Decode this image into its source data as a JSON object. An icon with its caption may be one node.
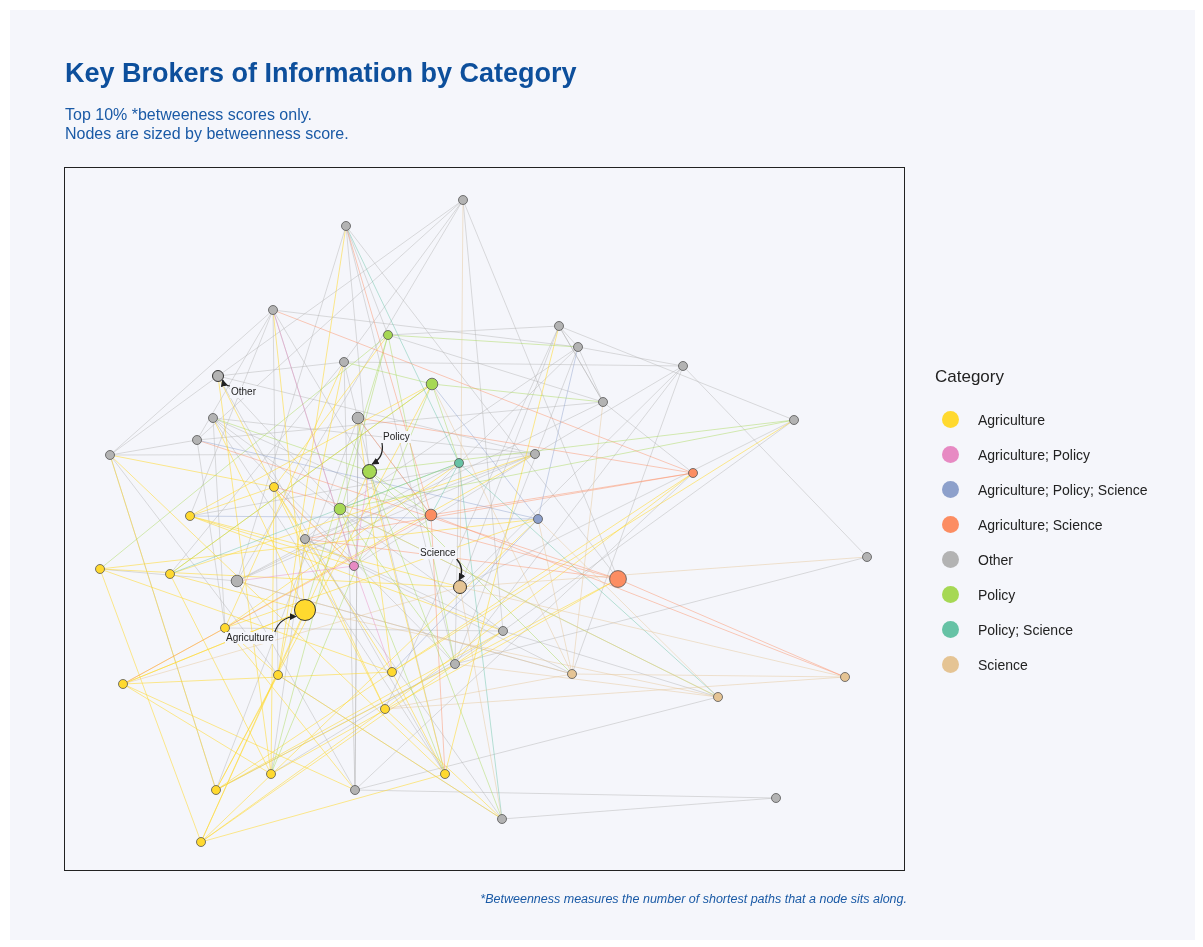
{
  "diagram": {
    "title": "Key Brokers of Information by Category",
    "caption": "*Betweenness measures the number of shortest paths that a node sits along.",
    "nodes": [
      {
        "text": [
          "Other"
        ]
      },
      {
        "text": [],
        "shape": "circle"
      },
      {
        "text": [
          "Policy"
        ]
      },
      {
        "text": [],
        "shape": "circle"
      },
      {
        "text": [
          "Science"
        ]
      },
      {
        "text": [],
        "shape": "circle"
      },
      {
        "text": [
          "Agriculture"
        ]
      },
      {
        "text": [],
        "shape": "circle"
      }
    ],
    "edges": [
      {
        "from": 0,
        "to": 1,
        "arrow": "to"
      },
      {
        "from": 2,
        "to": 3,
        "arrow": "to"
      },
      {
        "from": 4,
        "to": 5,
        "arrow": "to"
      },
      {
        "from": 6,
        "to": 7,
        "arrow": "to"
      }
    ],
    "labels": [
      "Top 10% *betweeness scores only.",
      "Nodes are sized by betweenness score.",
      "Category"
    ],
    "legend": [
      {
        "text": "Agriculture",
        "color": "#ffd92f"
      },
      {
        "text": "Agriculture; Policy",
        "color": "#e78ac3"
      },
      {
        "text": "Agriculture; Policy; Science",
        "color": "#8da0cb"
      },
      {
        "text": "Agriculture; Science",
        "color": "#fc8d62"
      },
      {
        "text": "Other",
        "color": "#b3b3b3"
      },
      {
        "text": "Policy",
        "color": "#a6d854"
      },
      {
        "text": "Policy; Science",
        "color": "#66c2a5"
      },
      {
        "text": "Science",
        "color": "#e5c494"
      }
    ]
  }
}
